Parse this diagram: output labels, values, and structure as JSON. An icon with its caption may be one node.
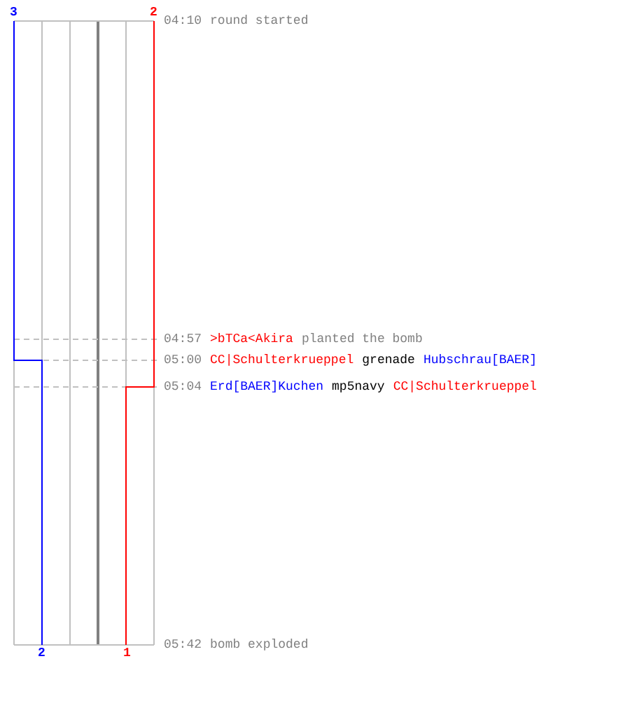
{
  "diagram": {
    "labels": [
      "3",
      "2",
      "04:10",
      "round started",
      "04:57",
      ">bTCa<Akira",
      "planted the bomb",
      "05:00",
      "CC|Schulterkrueppel",
      "grenade",
      "Hubschrau[BAER]",
      "05:04",
      "Erd[BAER]Kuchen",
      "mp5navy",
      "CC|Schulterkrueppel",
      "2",
      "1",
      "05:42",
      "bomb exploded"
    ]
  }
}
